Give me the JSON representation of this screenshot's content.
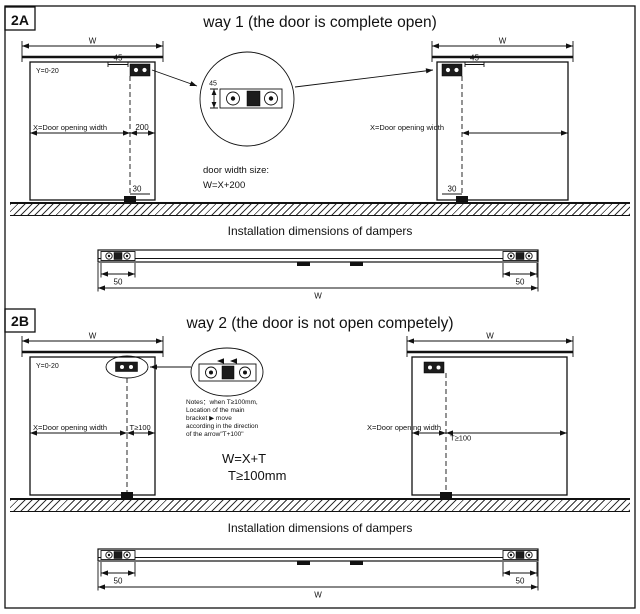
{
  "a": {
    "tag": "2A",
    "title": "way 1  (the door is complete open)",
    "left": {
      "w": "W",
      "y": "Y=0-20",
      "d45": "45",
      "x": "X=Door opening width",
      "d200": "200",
      "d30": "30"
    },
    "detail": {
      "d45": "45",
      "note1": "door width size:",
      "note2": "W=X+200"
    },
    "right": {
      "w": "W",
      "d45": "45",
      "x": "X=Door opening width",
      "d30": "30"
    },
    "caption": "Installation dimensions of dampers",
    "track": {
      "left50": "50",
      "right50": "50",
      "w": "W"
    }
  },
  "b": {
    "tag": "2B",
    "title": "way 2 (the door is not  open competely)",
    "left": {
      "w": "W",
      "y": "Y=0-20",
      "x": "X=Door opening width",
      "dt": "T≥100"
    },
    "notes": [
      "Notes：when T≥100mm,",
      "Location of the main",
      "bracket ▶ move",
      "according in the direction",
      "of the arrow\"T+100\""
    ],
    "formula1": "W=X+T",
    "formula2": "T≥100mm",
    "right": {
      "w": "W",
      "x": "X=Door opening width",
      "dt": "T≥100"
    },
    "caption": "Installation dimensions of dampers",
    "track": {
      "left50": "50",
      "right50": "50",
      "w": "W"
    }
  }
}
